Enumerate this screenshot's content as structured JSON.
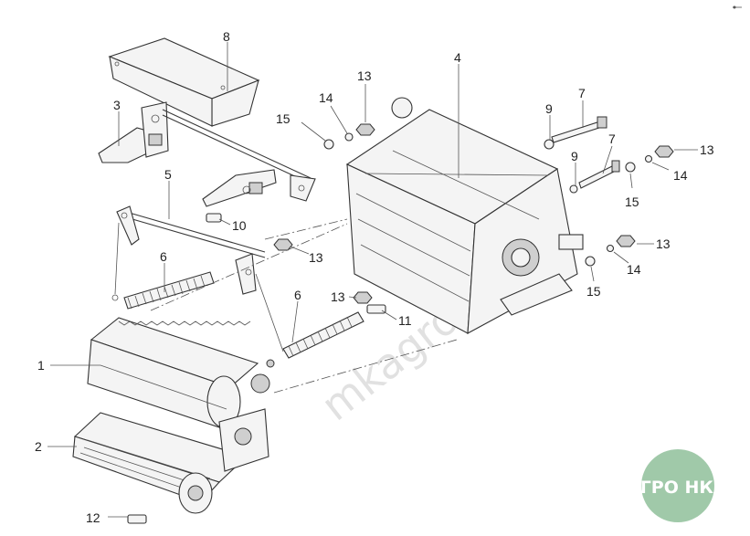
{
  "diagram": {
    "callouts": [
      {
        "id": "c1",
        "label": "1"
      },
      {
        "id": "c2",
        "label": "2"
      },
      {
        "id": "c3",
        "label": "3"
      },
      {
        "id": "c4",
        "label": "4"
      },
      {
        "id": "c5",
        "label": "5"
      },
      {
        "id": "c6a",
        "label": "6"
      },
      {
        "id": "c6b",
        "label": "6"
      },
      {
        "id": "c7a",
        "label": "7"
      },
      {
        "id": "c7b",
        "label": "7"
      },
      {
        "id": "c8",
        "label": "8"
      },
      {
        "id": "c9a",
        "label": "9"
      },
      {
        "id": "c9b",
        "label": "9"
      },
      {
        "id": "c10",
        "label": "10"
      },
      {
        "id": "c11",
        "label": "11"
      },
      {
        "id": "c12",
        "label": "12"
      },
      {
        "id": "c13a",
        "label": "13"
      },
      {
        "id": "c13b",
        "label": "13"
      },
      {
        "id": "c13c",
        "label": "13"
      },
      {
        "id": "c13d",
        "label": "13"
      },
      {
        "id": "c13e",
        "label": "13"
      },
      {
        "id": "c14a",
        "label": "14"
      },
      {
        "id": "c14b",
        "label": "14"
      },
      {
        "id": "c14c",
        "label": "14"
      },
      {
        "id": "c15a",
        "label": "15"
      },
      {
        "id": "c15b",
        "label": "15"
      },
      {
        "id": "c15c",
        "label": "15"
      }
    ]
  },
  "logo": {
    "text": "АГРО НКА",
    "background_color": "#8fbf9a"
  },
  "watermark": {
    "text": "mkagro"
  }
}
